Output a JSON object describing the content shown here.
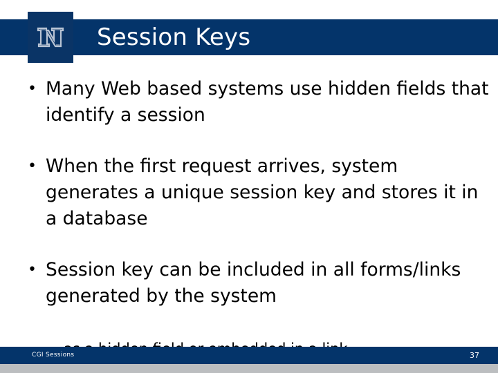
{
  "slide": {
    "title": "Session Keys",
    "logo": {
      "icon": "block-n-logo",
      "letter": "N"
    },
    "colors": {
      "header_navy": "#04346a",
      "logo_navy": "#0a3466",
      "logo_outline": "#b9c4d4",
      "footer_navy": "#04346a",
      "gray_strip": "#bcbec0",
      "body_text": "#000000",
      "title_text": "#ffffff"
    },
    "bullets": [
      {
        "marker": "•",
        "text": "Many Web based systems use hidden fields that identify a session"
      },
      {
        "marker": "•",
        "text": "When the first request arrives, system generates a unique session key and stores it in a database"
      },
      {
        "marker": "•",
        "text": "Session key can be included in all forms/links generated by the system"
      }
    ],
    "subbullets": [
      {
        "marker": "–",
        "text": "as a hidden field or embedded in a link"
      }
    ],
    "footer": {
      "label": "CGI Sessions",
      "page_number": "37"
    }
  }
}
